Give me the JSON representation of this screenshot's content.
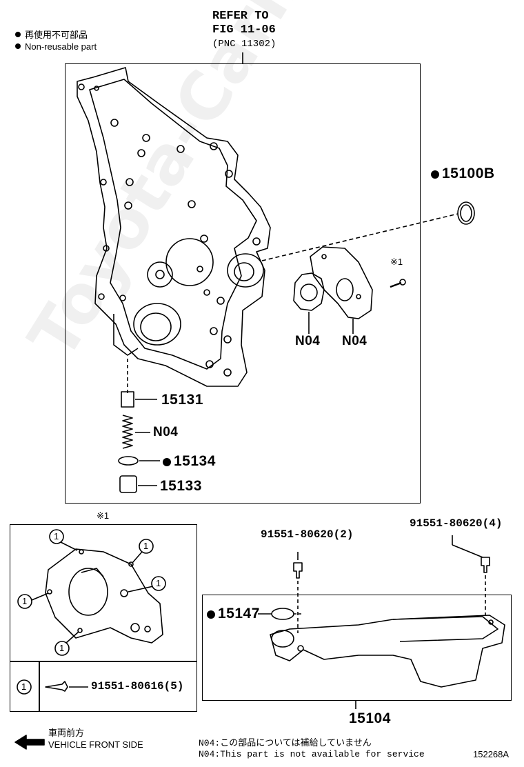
{
  "legend": {
    "non_reusable_jp": "再使用不可部品",
    "non_reusable_en": "Non-reusable part"
  },
  "refer": {
    "line1": "REFER TO",
    "line2": "FIG 11-06",
    "line3": "(PNC 11302)"
  },
  "parts": {
    "p15100B": "15100B",
    "n04_rotor": "N04",
    "n04_plate": "N04",
    "p15131": "15131",
    "n04_spring": "N04",
    "p15134": "15134",
    "p15133": "15133",
    "bolt_2": "91551-80620(2)",
    "bolt_4": "91551-80620(4)",
    "p15147": "15147",
    "p15104": "15104"
  },
  "detail": {
    "mark": "※1",
    "mark_small": "※1",
    "callout": "1",
    "table_num": "1",
    "bolt_part": "91551-80616(5)"
  },
  "footer": {
    "front_jp": "車両前方",
    "front_en": "VEHICLE FRONT SIDE",
    "note_jp": "N04:この部品については補給していません",
    "note_en": "N04:This part is not available for service",
    "fig_id": "152268A"
  },
  "watermark": "Toyota-Carline.ru",
  "colors": {
    "ink": "#000000",
    "background": "#ffffff",
    "watermark": "#e6e6e6"
  }
}
